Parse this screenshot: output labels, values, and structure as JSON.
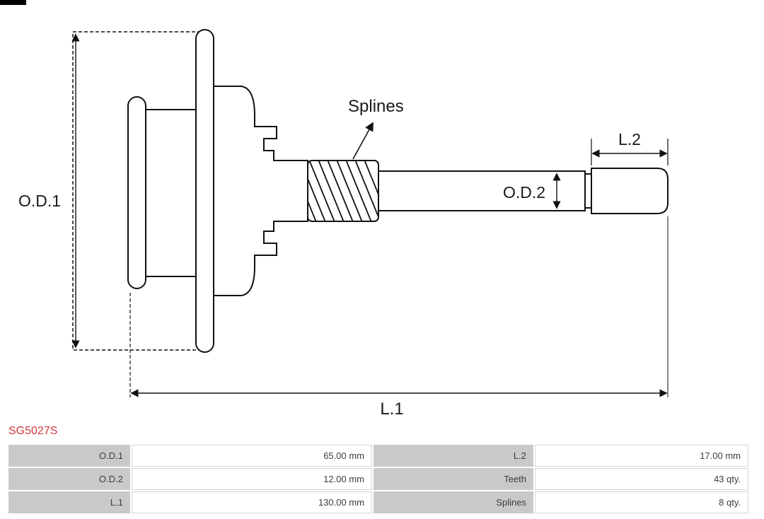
{
  "part_number": "SG5027S",
  "colors": {
    "part_number_red": "#d2383e",
    "table_label_bg": "#c9c9c9",
    "line_color": "#111111"
  },
  "diagram_labels": {
    "od1": "O.D.1",
    "od2": "O.D.2",
    "l1": "L.1",
    "l2": "L.2",
    "splines": "Splines"
  },
  "spec_table": {
    "rows": [
      {
        "left_label": "O.D.1",
        "left_value": "65.00 mm",
        "right_label": "L.2",
        "right_value": "17.00 mm"
      },
      {
        "left_label": "O.D.2",
        "left_value": "12.00 mm",
        "right_label": "Teeth",
        "right_value": "43 qty."
      },
      {
        "left_label": "L.1",
        "left_value": "130.00 mm",
        "right_label": "Splines",
        "right_value": "8 qty."
      }
    ]
  }
}
